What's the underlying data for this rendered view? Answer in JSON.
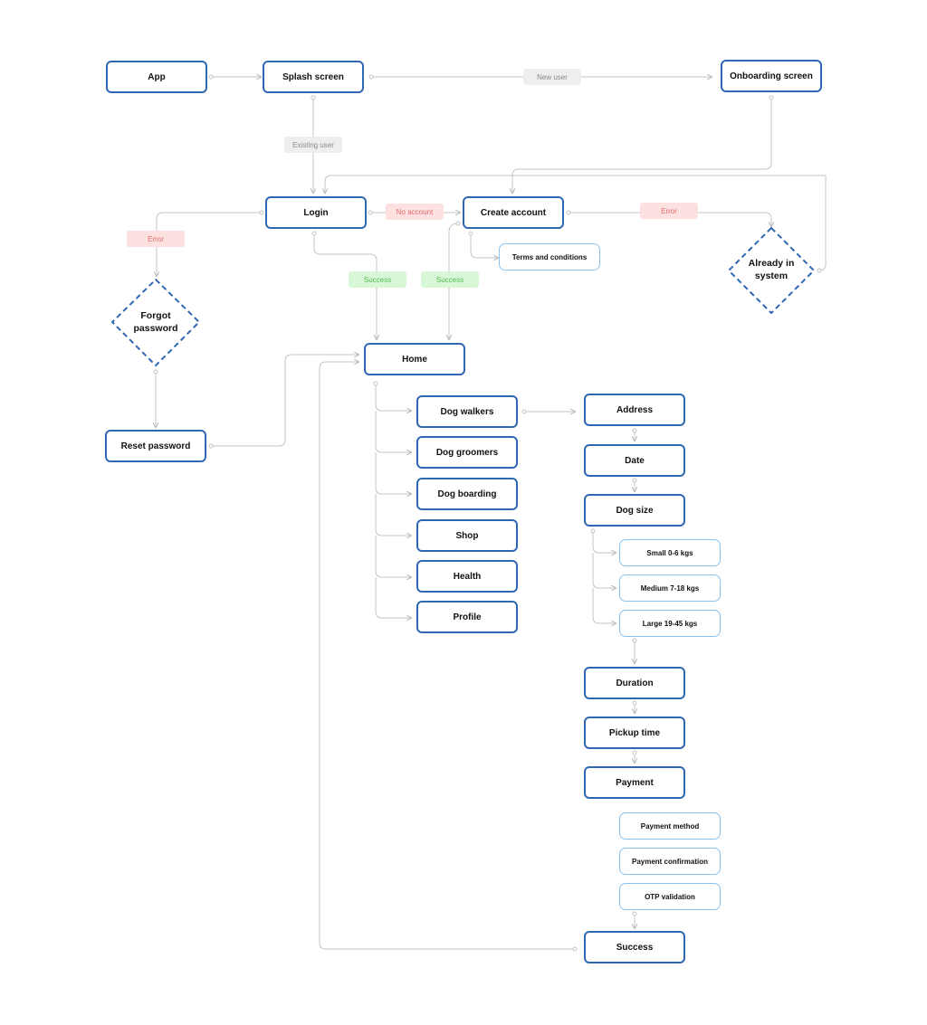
{
  "nodes": {
    "app": "App",
    "splash": "Splash screen",
    "onboarding": "Onboarding screen",
    "login": "Login",
    "create_account": "Create account",
    "terms": "Terms and conditions",
    "already": "Already in system",
    "forgot": "Forgot password",
    "reset": "Reset password",
    "home": "Home",
    "dog_walkers": "Dog walkers",
    "dog_groomers": "Dog groomers",
    "dog_boarding": "Dog boarding",
    "shop": "Shop",
    "health": "Health",
    "profile": "Profile",
    "address": "Address",
    "date": "Date",
    "dog_size": "Dog size",
    "small": "Small 0-6 kgs",
    "medium": "Medium 7-18 kgs",
    "large": "Large 19-45 kgs",
    "duration": "Duration",
    "pickup": "Pickup time",
    "payment": "Payment",
    "payment_method": "Payment method",
    "payment_confirmation": "Payment confirmation",
    "otp": "OTP validation",
    "success": "Success"
  },
  "labels": {
    "new_user": "New user",
    "existing_user": "Existing user",
    "no_account": "No account",
    "error_create": "Error",
    "error_login": "Error",
    "success_login": "Success",
    "success_create": "Success"
  },
  "colors": {
    "node_border": "#2f67b5",
    "light_node_border": "#8cc3ee",
    "connector": "#c4c4c4",
    "label_grey": "#eeeeee",
    "label_red": "#fde1e1",
    "label_green": "#d8f7d6"
  }
}
